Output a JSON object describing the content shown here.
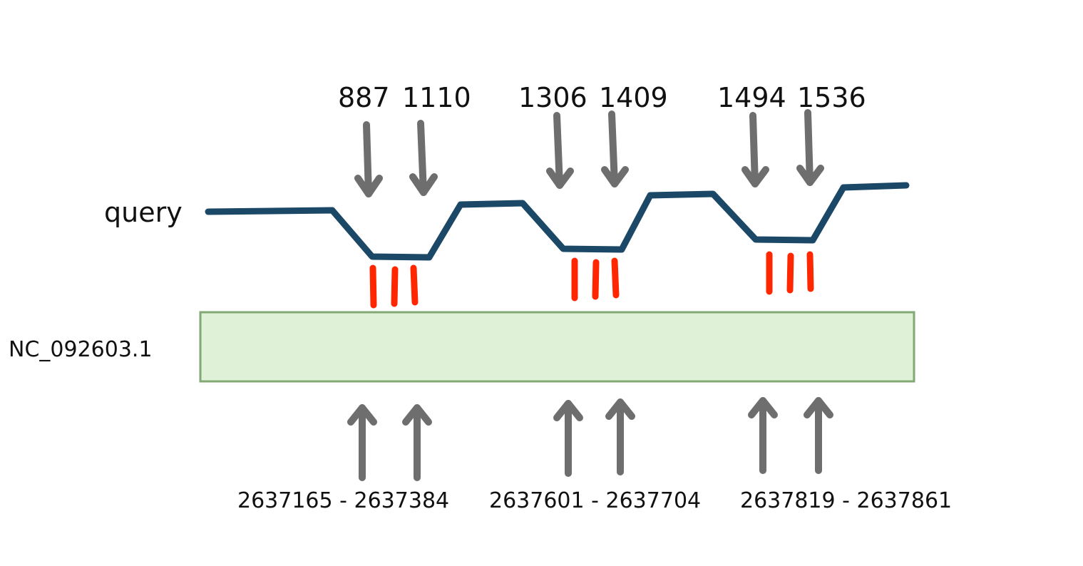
{
  "colors": {
    "background": "#ffffff",
    "query_line": "#1b4866",
    "match_ticks": "#ff2600",
    "arrows": "#6e6e6e",
    "subject_fill": "#dff2d8",
    "subject_border": "#82a873",
    "text": "#111111"
  },
  "query": {
    "label": "query"
  },
  "subject": {
    "label": "NC_092603.1"
  },
  "query_positions": [
    {
      "start": "887",
      "end": "1110"
    },
    {
      "start": "1306",
      "end": "1409"
    },
    {
      "start": "1494",
      "end": "1536"
    }
  ],
  "subject_ranges": [
    {
      "label": "2637165 - 2637384",
      "start": "2637165",
      "end": "2637384"
    },
    {
      "label": "2637601 - 2637704",
      "start": "2637601",
      "end": "2637704"
    },
    {
      "label": "2637819 - 2637861",
      "start": "2637819",
      "end": "2637861"
    }
  ],
  "alignment_blocks": 3,
  "ticks_per_block": 3
}
